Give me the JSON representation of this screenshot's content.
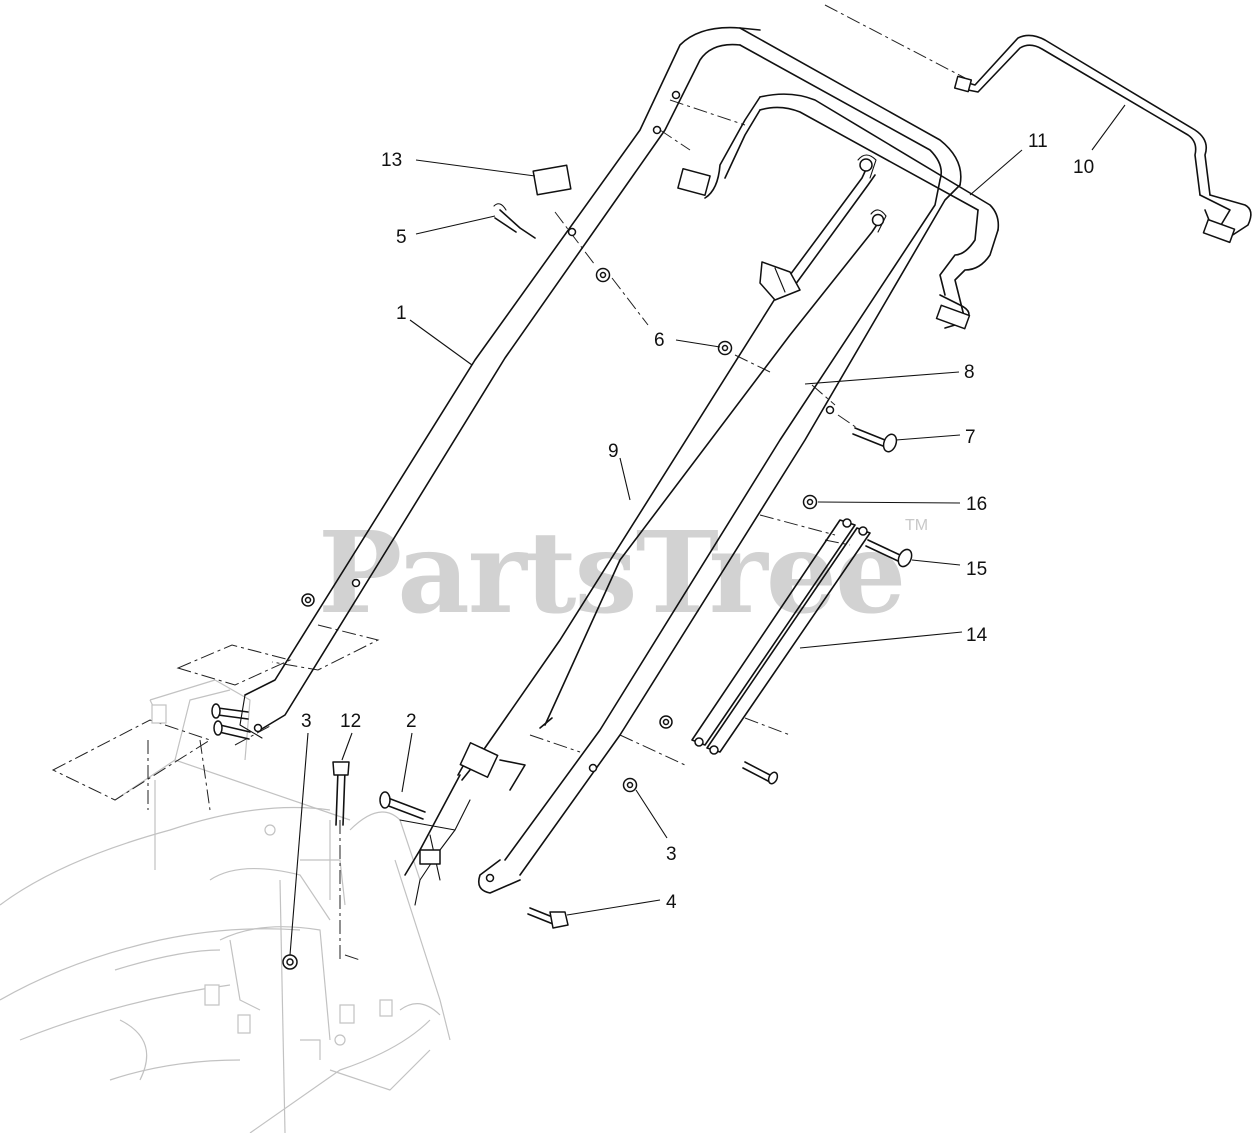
{
  "watermark": {
    "brand": "PartsTree",
    "trademark": "TM"
  },
  "callouts": [
    {
      "id": "c-13",
      "label": "13",
      "part": 13
    },
    {
      "id": "c-5",
      "label": "5",
      "part": 5
    },
    {
      "id": "c-1",
      "label": "1",
      "part": 1
    },
    {
      "id": "c-6",
      "label": "6",
      "part": 6
    },
    {
      "id": "c-11",
      "label": "11",
      "part": 11
    },
    {
      "id": "c-10",
      "label": "10",
      "part": 10
    },
    {
      "id": "c-8",
      "label": "8",
      "part": 8
    },
    {
      "id": "c-7",
      "label": "7",
      "part": 7
    },
    {
      "id": "c-9",
      "label": "9",
      "part": 9
    },
    {
      "id": "c-16",
      "label": "16",
      "part": 16
    },
    {
      "id": "c-15",
      "label": "15",
      "part": 15
    },
    {
      "id": "c-14",
      "label": "14",
      "part": 14
    },
    {
      "id": "c-3a",
      "label": "3",
      "part": 3
    },
    {
      "id": "c-12",
      "label": "12",
      "part": 12
    },
    {
      "id": "c-2",
      "label": "2",
      "part": 2
    },
    {
      "id": "c-3b",
      "label": "3",
      "part": 3
    },
    {
      "id": "c-4",
      "label": "4",
      "part": 4
    }
  ]
}
